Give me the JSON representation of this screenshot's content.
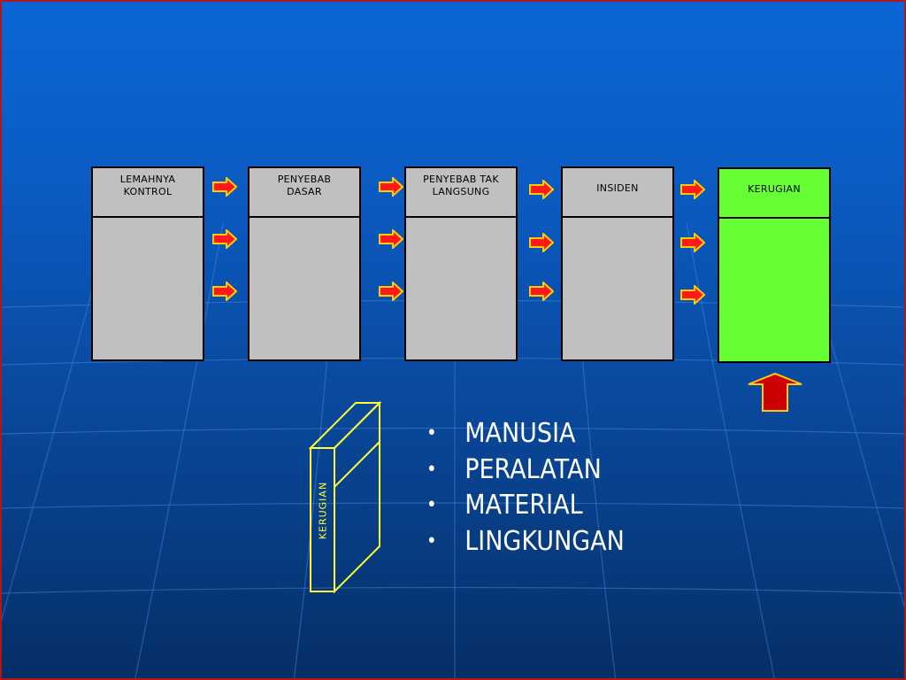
{
  "diagram": {
    "boxes": [
      {
        "label": "LEMAHNYA\nKONTROL",
        "color": "#c0c0c0"
      },
      {
        "label": "PENYEBAB\nDASAR",
        "color": "#c0c0c0"
      },
      {
        "label": "PENYEBAB TAK\nLANGSUNG",
        "color": "#c0c0c0"
      },
      {
        "label": "INSIDEN",
        "color": "#c0c0c0"
      },
      {
        "label": "KERUGIAN",
        "color": "#66ff33"
      }
    ],
    "board_label": "KERUGIAN",
    "bullets": [
      "MANUSIA",
      "PERALATAN",
      "MATERIAL",
      "LINGKUNGAN"
    ],
    "colors": {
      "arrow_fill": "#ff1a1a",
      "arrow_outline": "#ffcc00",
      "board_outline": "#ffff33",
      "up_arrow_fill": "#cc0000",
      "up_arrow_outline": "#ffcc00"
    }
  }
}
